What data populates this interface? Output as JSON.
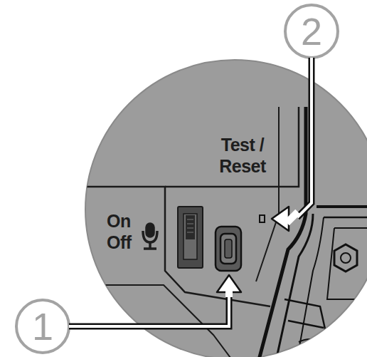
{
  "diagram": {
    "labels": [
      "Test / Reset",
      "On",
      "Off",
      "1",
      "2"
    ]
  }
}
